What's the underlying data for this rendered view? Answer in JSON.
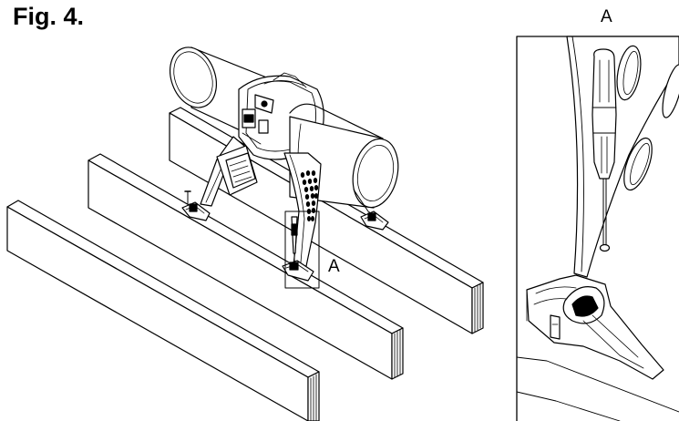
{
  "figure": {
    "title": "Fig. 4.",
    "callout_label": "A",
    "detail_label": "A"
  }
}
